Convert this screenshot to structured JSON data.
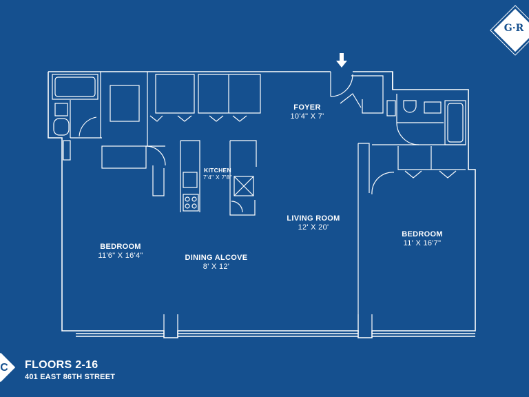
{
  "brand": {
    "logo_text": "G·R"
  },
  "rooms": {
    "foyer": {
      "name": "FOYER",
      "dims": "10'4\" X 7'"
    },
    "kitchen": {
      "name": "KITCHEN",
      "dims": "7'4\" X 7'8\""
    },
    "living_room": {
      "name": "LIVING ROOM",
      "dims": "12' X 20'"
    },
    "bedroom_left": {
      "name": "BEDROOM",
      "dims": "11'6\" X 16'4\""
    },
    "bedroom_right": {
      "name": "BEDROOM",
      "dims": "11' X 16'7\""
    },
    "dining_alcove": {
      "name": "DINING ALCOVE",
      "dims": "8' X 12'"
    }
  },
  "footer": {
    "line_letter": "C",
    "floors": "FLOORS 2-16",
    "address": "401 EAST 86TH STREET"
  },
  "colors": {
    "background": "#15508f",
    "lines": "#ffffff"
  },
  "icons": {
    "entry": "down-arrow-icon",
    "logo": "diamond-logo-icon"
  }
}
